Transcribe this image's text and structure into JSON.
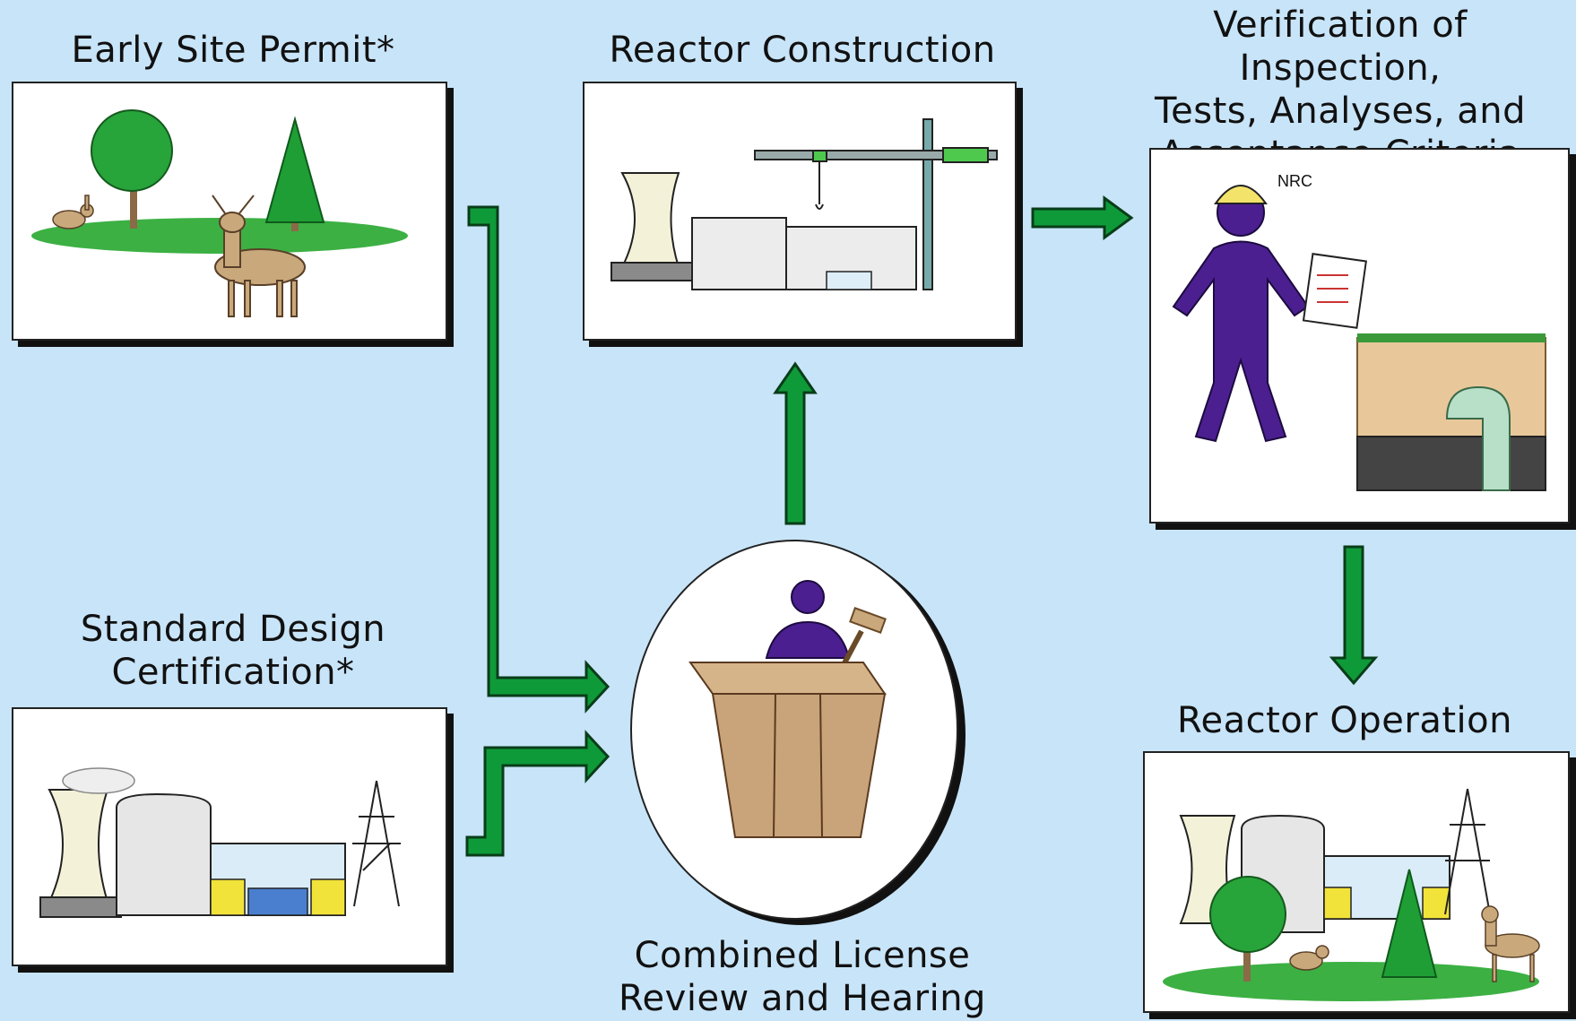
{
  "stages": {
    "early_site_permit": "Early Site Permit*",
    "standard_design": "Standard Design\nCertification*",
    "reactor_construction": "Reactor Construction",
    "itaac": "Verification of Inspection,\nTests, Analyses, and\nAcceptance Criteria",
    "combined_license": "Combined License\nReview and Hearing",
    "reactor_operation": "Reactor Operation"
  },
  "helmet_text": "NRC",
  "colors": {
    "background": "#c8e4f8",
    "arrow": "#0f9a3a",
    "figure": "#4b1f90",
    "helmet": "#f3e36a",
    "tree": "#27a43a",
    "grass": "#3cb043",
    "deer": "#c9a97c"
  },
  "icons": [
    "tree-icon",
    "deer-icon",
    "rabbit-icon",
    "cooling-tower-icon",
    "crane-icon",
    "power-tower-icon",
    "gavel-icon",
    "podium-icon",
    "inspector-icon",
    "checklist-icon"
  ]
}
